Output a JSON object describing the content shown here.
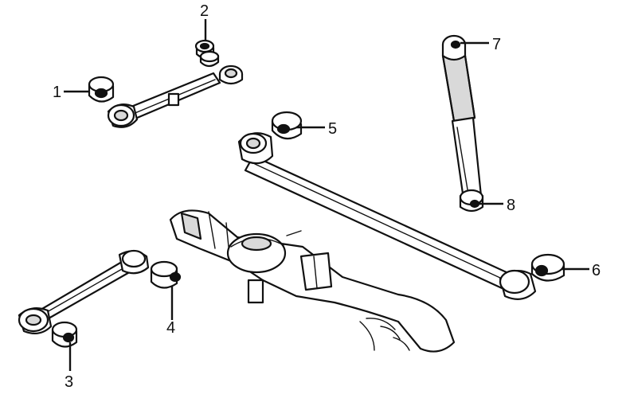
{
  "callouts": [
    {
      "id": "1",
      "label": "1"
    },
    {
      "id": "2",
      "label": "2"
    },
    {
      "id": "3",
      "label": "3"
    },
    {
      "id": "4",
      "label": "4"
    },
    {
      "id": "5",
      "label": "5"
    },
    {
      "id": "6",
      "label": "6"
    },
    {
      "id": "7",
      "label": "7"
    },
    {
      "id": "8",
      "label": "8"
    }
  ],
  "colors": {
    "line": "#111111",
    "background": "#ffffff",
    "shade": "#d9d9d9"
  }
}
